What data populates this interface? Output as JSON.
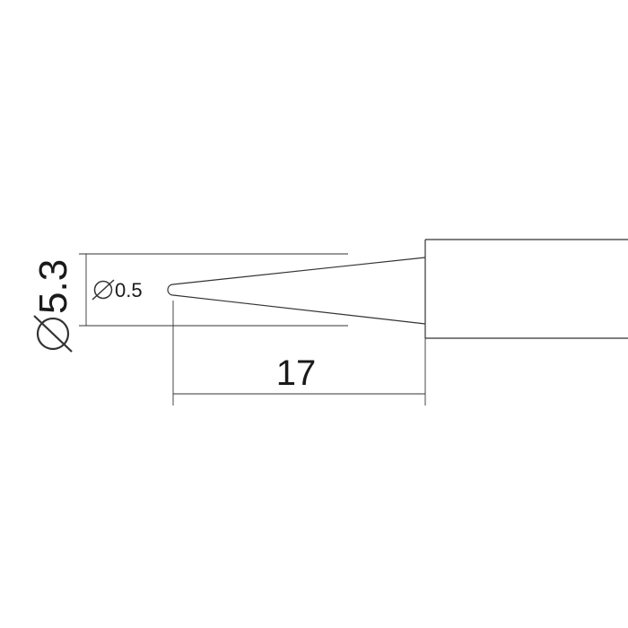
{
  "drawing": {
    "diameter_body_label": "5.3",
    "diameter_tip_label": "0.5",
    "length_label": "17",
    "diameter_symbol": "diameter-symbol",
    "line_color": "#333333",
    "text_color": "#1a1a1a",
    "background": "#ffffff"
  }
}
